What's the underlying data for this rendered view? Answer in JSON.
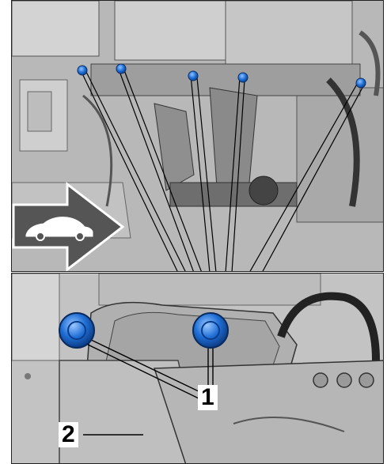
{
  "figure": {
    "callouts": [
      {
        "id": "1",
        "label": "1"
      },
      {
        "id": "2",
        "label": "2"
      }
    ],
    "icons": {
      "direction": "arrow-with-car-icon",
      "fastener": "blue-rivet-cap-icon"
    },
    "colors": {
      "fastener_blue": "#1f6fd6",
      "arrow_gray": "#555555",
      "leader_line": "#000000"
    }
  }
}
